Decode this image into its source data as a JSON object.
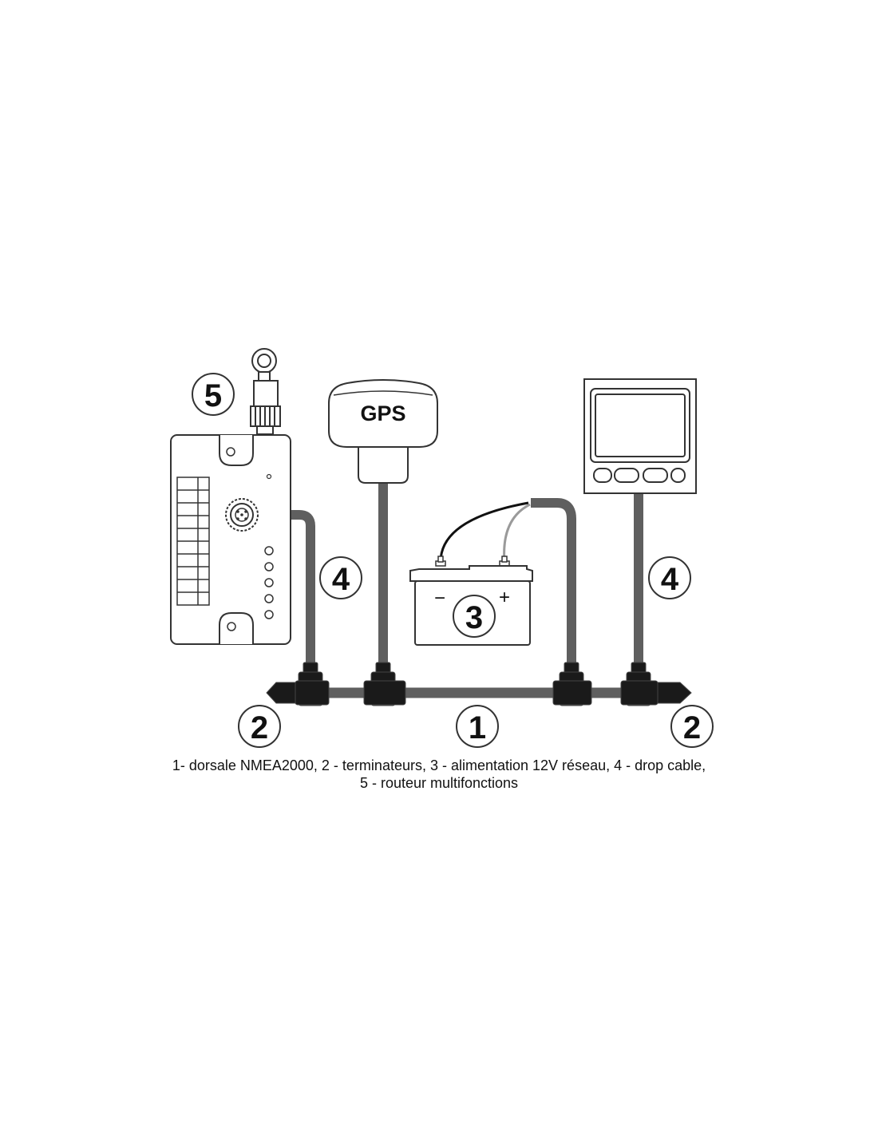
{
  "diagram": {
    "callouts": {
      "backbone": "1",
      "terminator_left": "2",
      "terminator_right": "2",
      "power_supply": "3",
      "drop_cable_left": "4",
      "drop_cable_right": "4",
      "router": "5"
    },
    "gps_label": "GPS",
    "battery_minus": "−",
    "battery_plus": "+"
  },
  "caption": {
    "line1": "1- dorsale NMEA2000, 2 - terminateurs, 3 - alimentation 12V réseau, 4 - drop cable,",
    "line2": "5 - routeur multifonctions"
  },
  "colors": {
    "cable": "#5f5f5f",
    "cable_light": "#9a9a9a",
    "connector": "#1a1a1a",
    "outline": "#333333"
  }
}
